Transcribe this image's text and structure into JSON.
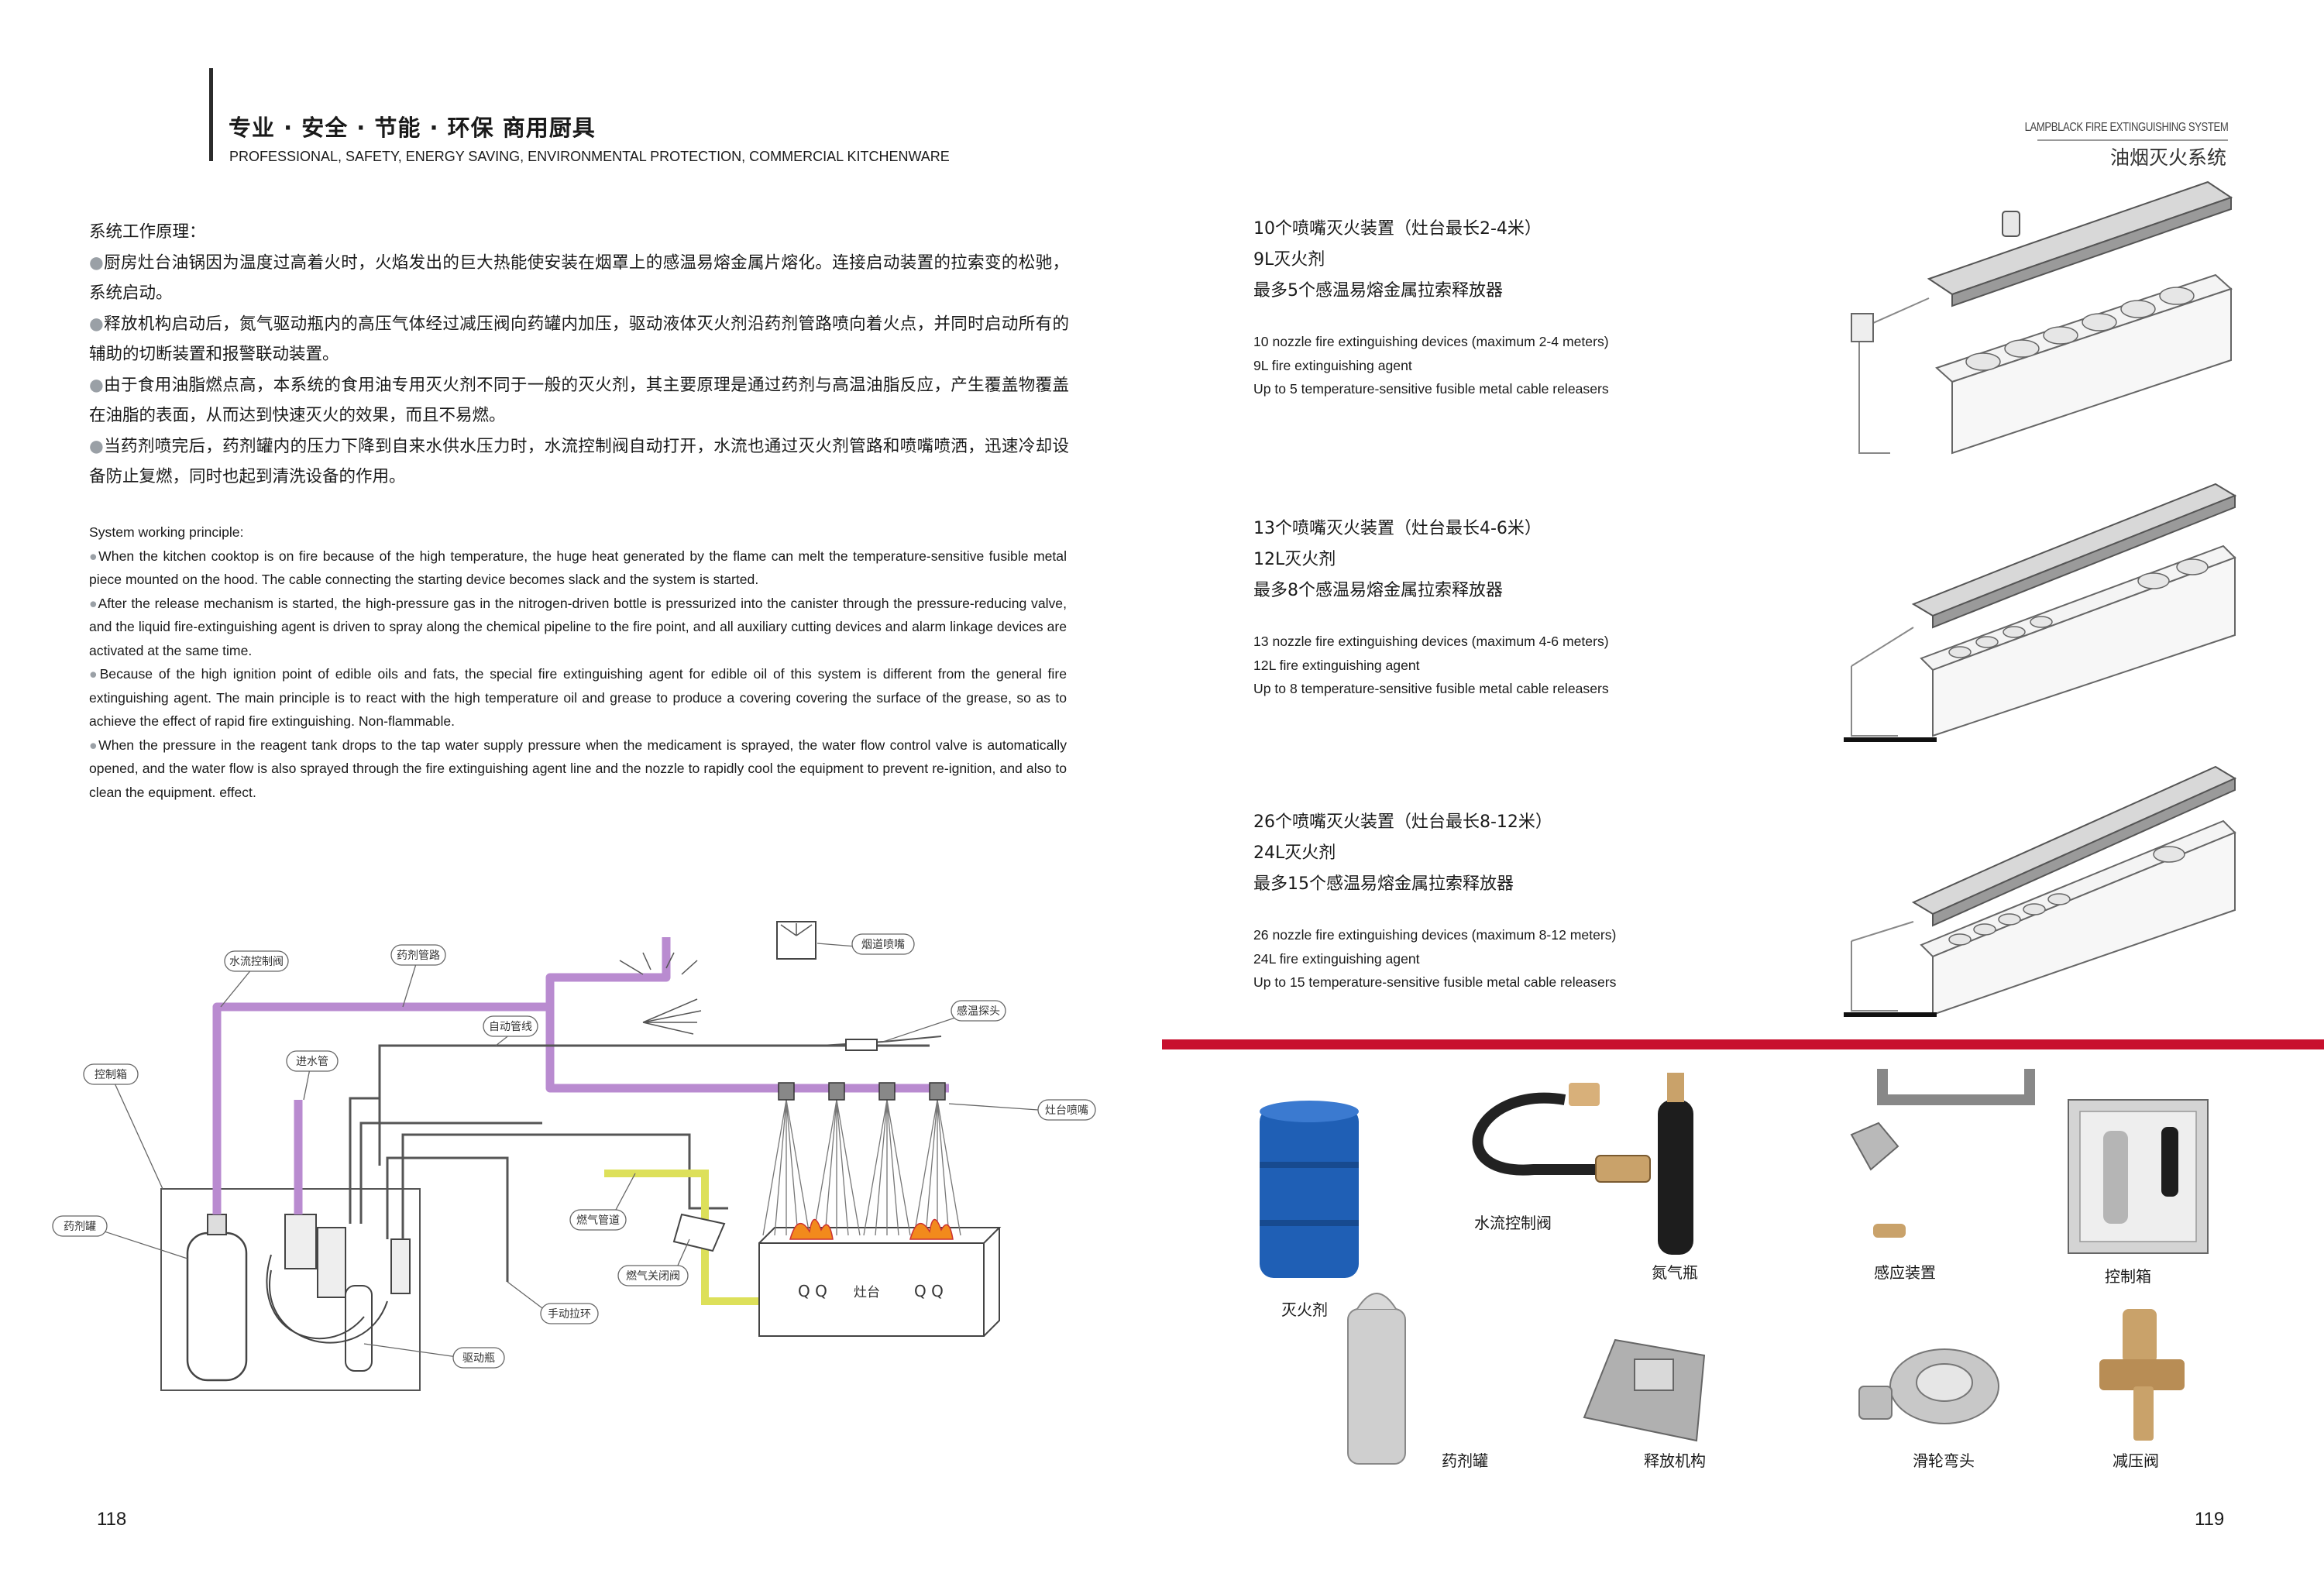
{
  "header": {
    "title_cn": "专业 · 安全 · 节能 · 环保 商用厨具",
    "title_en": "PROFESSIONAL, SAFETY, ENERGY SAVING, ENVIRONMENTAL PROTECTION, COMMERCIAL KITCHENWARE",
    "system_en": "LAMPBLACK FIRE EXTINGUISHING SYSTEM",
    "system_cn": "油烟灭火系统"
  },
  "principle_cn": {
    "heading": "系统工作原理：",
    "items": [
      "厨房灶台油锅因为温度过高着火时，火焰发出的巨大热能使安装在烟罩上的感温易熔金属片熔化。连接启动装置的拉索变的松驰，系统启动。",
      "释放机构启动后，氮气驱动瓶内的高压气体经过减压阀向药罐内加压，驱动液体灭火剂沿药剂管路喷向着火点，并同时启动所有的辅助的切断装置和报警联动装置。",
      "由于食用油脂燃点高，本系统的食用油专用灭火剂不同于一般的灭火剂，其主要原理是通过药剂与高温油脂反应，产生覆盖物覆盖在油脂的表面，从而达到快速灭火的效果，而且不易燃。",
      "当药剂喷完后，药剂罐内的压力下降到自来水供水压力时，水流控制阀自动打开，水流也通过灭火剂管路和喷嘴喷洒，迅速冷却设备防止复燃，同时也起到清洗设备的作用。"
    ]
  },
  "principle_en": {
    "heading": "System working principle:",
    "items": [
      "When the kitchen cooktop is on fire because of the high temperature, the huge heat generated by the flame can melt the temperature-sensitive fusible metal piece mounted on the hood. The cable connecting the starting device becomes slack and the system is started.",
      "After the release mechanism is started, the high-pressure gas in the nitrogen-driven bottle is pressurized into the canister through the pressure-reducing valve, and the liquid fire-extinguishing agent is driven to spray along the chemical pipeline to the fire point, and all auxiliary cutting devices and alarm linkage devices are activated at the same time.",
      "Because of the high ignition point of edible oils and fats, the special fire extinguishing agent for edible oil of this system is different from the general fire extinguishing agent. The main principle is to react with the high temperature oil and grease to produce a covering covering the surface of the grease, so as to achieve the effect of rapid fire extinguishing. Non-flammable.",
      "When the pressure in the reagent tank drops to the tap water supply pressure when the medicament is sprayed, the water flow control valve is automatically opened, and the water flow is also sprayed through the fire extinguishing agent line and the nozzle to rapidly cool the equipment to prevent re-ignition, and also to clean the equipment. effect."
    ]
  },
  "diagram": {
    "labels": {
      "water_valve": "水流控制阀",
      "agent_pipe": "药剂管路",
      "hood_nozzle": "烟道喷嘴",
      "sensor": "感温探头",
      "auto_line": "自动管线",
      "inlet_pipe": "进水管",
      "control_box": "控制箱",
      "stove_nozzle": "灶台喷嘴",
      "agent_tank": "药剂罐",
      "gas_pipe": "燃气管道",
      "gas_valve": "燃气关闭阀",
      "manual_pull": "手动拉环",
      "driver_bottle": "驱动瓶",
      "stove": "灶台"
    },
    "burner_marks": "Q Q"
  },
  "specs": [
    {
      "cn": [
        "10个喷嘴灭火装置（灶台最长2-4米）",
        "9L灭火剂",
        "最多5个感温易熔金属拉索释放器"
      ],
      "en": [
        "10 nozzle fire extinguishing devices (maximum 2-4 meters)",
        "9L fire extinguishing agent",
        "Up to 5 temperature-sensitive fusible metal cable releasers"
      ]
    },
    {
      "cn": [
        "13个喷嘴灭火装置（灶台最长4-6米）",
        "12L灭火剂",
        "最多8个感温易熔金属拉索释放器"
      ],
      "en": [
        "13 nozzle fire extinguishing devices (maximum 4-6 meters)",
        "12L fire extinguishing agent",
        "Up to 8 temperature-sensitive fusible metal cable releasers"
      ]
    },
    {
      "cn": [
        "26个喷嘴灭火装置（灶台最长8-12米）",
        "24L灭火剂",
        "最多15个感温易熔金属拉索释放器"
      ],
      "en": [
        "26 nozzle fire extinguishing devices (maximum 8-12 meters)",
        "24L fire extinguishing agent",
        "Up to 15 temperature-sensitive fusible metal cable releasers"
      ]
    }
  ],
  "products": [
    "灭火剂",
    "水流控制阀",
    "氮气瓶",
    "感应装置",
    "控制箱",
    "药剂罐",
    "释放机构",
    "滑轮弯头",
    "减压阀"
  ],
  "page_numbers": {
    "left": "118",
    "right": "119"
  },
  "colors": {
    "accent_red": "#c8102e",
    "pipe_purple": "#b98bd0",
    "gas_yellow": "#dde05a",
    "drum_blue": "#1f5fb5"
  }
}
